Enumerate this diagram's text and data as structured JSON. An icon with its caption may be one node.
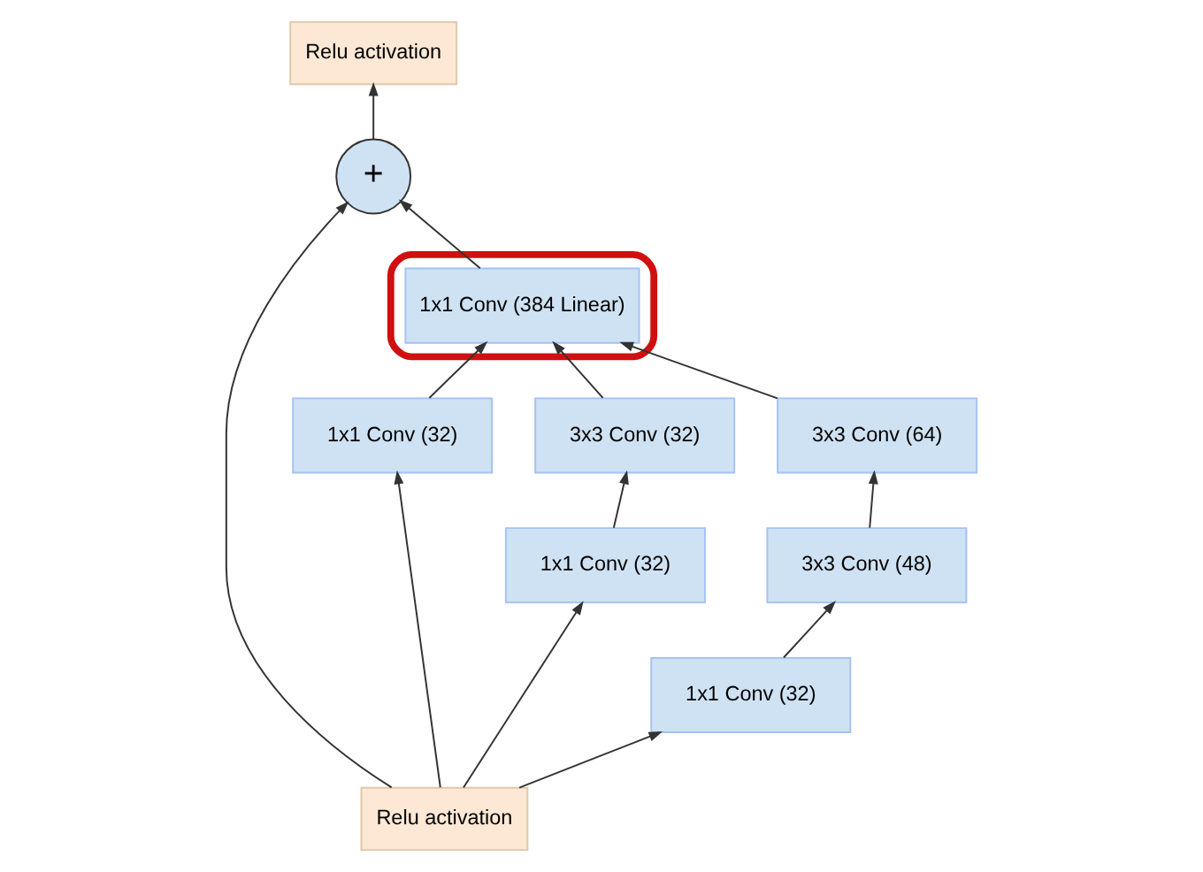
{
  "diagram": {
    "nodes": [
      {
        "text": [
          "Relu activation"
        ]
      },
      {
        "text": [
          "+"
        ]
      },
      {
        "text": [],
        "shape": "ellipse"
      },
      {
        "text": [
          "1x1 Conv (384 Linear)"
        ],
        "in": 2
      },
      {
        "text": [
          "3x3 Conv (64)"
        ]
      },
      {
        "text": [
          "1x1 Conv (32)"
        ]
      },
      {
        "text": [
          "3x3 Conv (32)"
        ]
      },
      {
        "text": [
          "3x3 Conv (48)"
        ]
      },
      {
        "text": [
          "1x1 Conv (32)"
        ]
      },
      {
        "text": [
          "1x1 Conv (32)"
        ]
      },
      {
        "text": [
          "Relu activation"
        ]
      }
    ],
    "edges": [
      {
        "from": 1,
        "to": 0,
        "arrow": "to"
      },
      {
        "from": 10,
        "to": 1,
        "arrow": "to"
      },
      {
        "from": 3,
        "to": 1,
        "arrow": "to"
      },
      {
        "from": 5,
        "to": 3,
        "arrow": "to"
      },
      {
        "from": 6,
        "to": 3,
        "arrow": "to"
      },
      {
        "from": 4,
        "to": 3,
        "arrow": "to"
      },
      {
        "from": 7,
        "to": 4,
        "arrow": "to"
      },
      {
        "from": 8,
        "to": 6,
        "arrow": "to"
      },
      {
        "from": 9,
        "to": 7,
        "arrow": "to"
      },
      {
        "from": 10,
        "to": 5,
        "arrow": "to"
      },
      {
        "from": 10,
        "to": 8,
        "arrow": "to"
      },
      {
        "from": 10,
        "to": 9,
        "arrow": "to"
      }
    ]
  }
}
